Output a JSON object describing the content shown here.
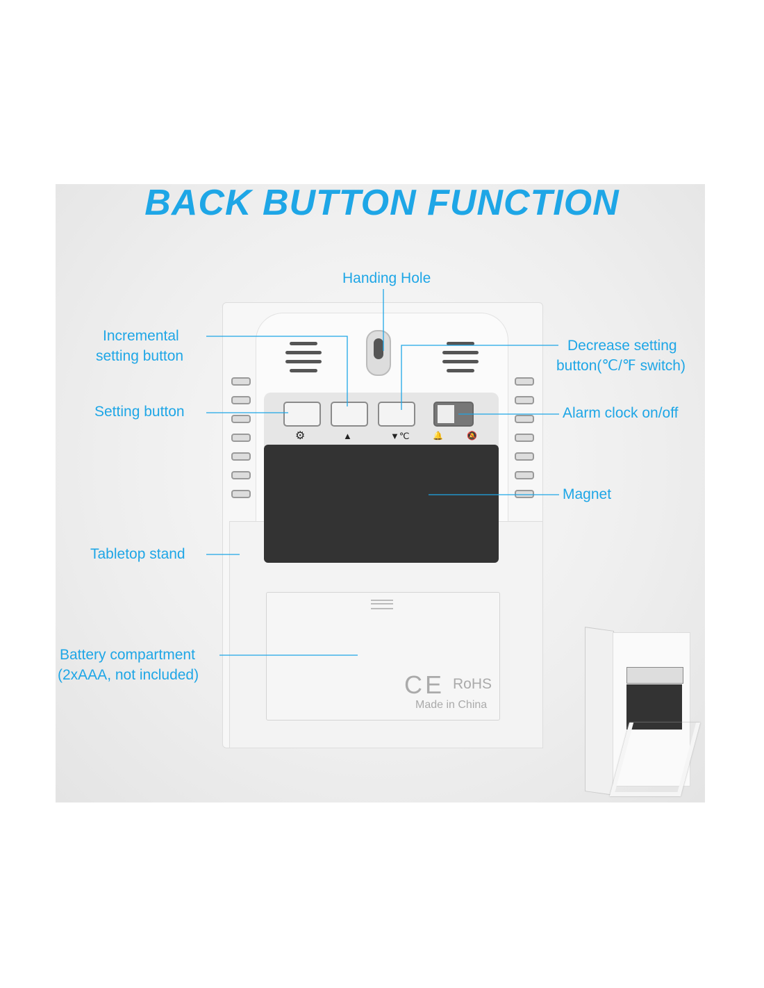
{
  "title": "BACK BUTTON FUNCTION",
  "labels": {
    "hanging_hole": "Handing Hole",
    "incremental_1": "Incremental",
    "incremental_2": "setting button",
    "decrease_1": "Decrease setting",
    "decrease_2": "button(℃/℉ switch)",
    "setting": "Setting button",
    "alarm": "Alarm clock on/off",
    "magnet": "Magnet",
    "stand": "Tabletop stand",
    "battery_1": "Battery compartment",
    "battery_2": "(2xAAA, not included)"
  },
  "device": {
    "ce_mark": "CE",
    "rohs": "RoHS",
    "made_in": "Made in China",
    "symbols": {
      "setting": "⚙",
      "up": "▲",
      "down": "▼℃",
      "alarm_on": "🔔",
      "alarm_off": "🔕"
    }
  },
  "colors": {
    "accent": "#1ea6e6"
  }
}
